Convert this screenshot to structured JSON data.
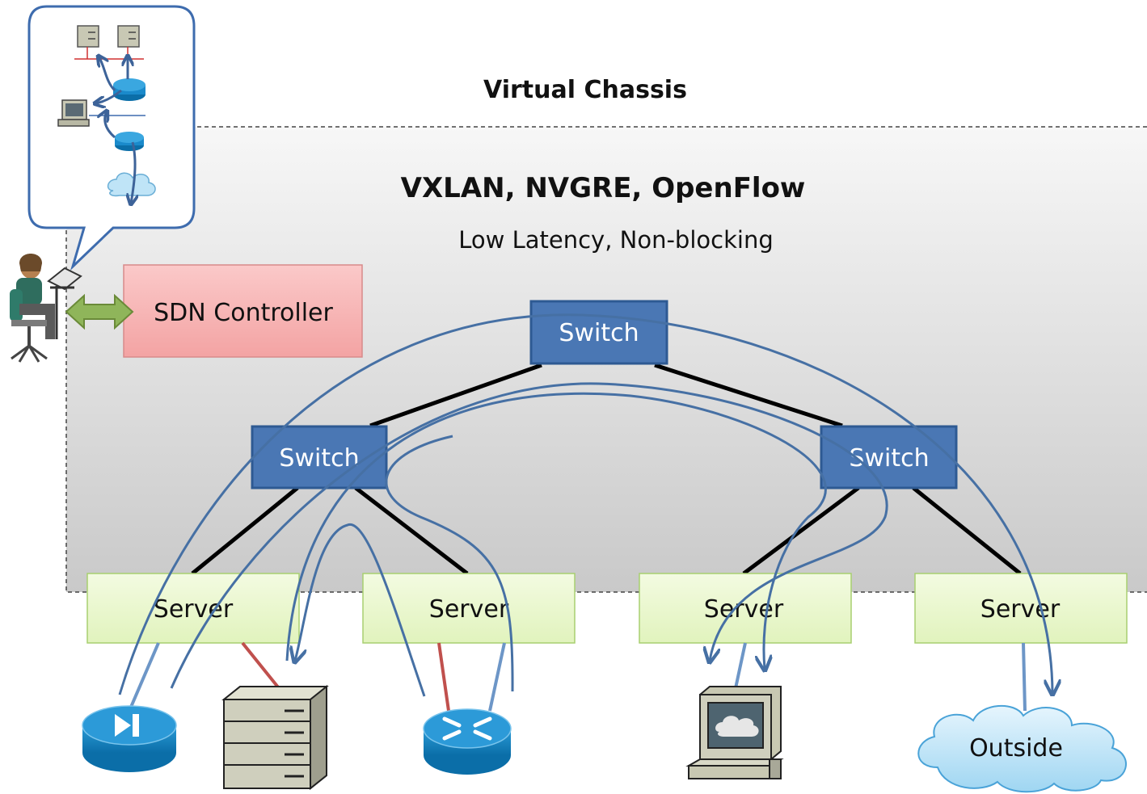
{
  "diagram": {
    "title": "Virtual Chassis",
    "protocols": "VXLAN, NVGRE, OpenFlow",
    "properties": "Low Latency, Non-blocking",
    "controller_label": "SDN Controller",
    "switch_top_label": "Switch",
    "switch_left_label": "Switch",
    "switch_right_label": "Switch",
    "servers": [
      "Server",
      "Server",
      "Server",
      "Server"
    ],
    "outside_label": "Outside"
  },
  "colors": {
    "switch_fill": "#4a77b4",
    "switch_stroke": "#2e5a93",
    "server_fill": "#ebf8cf",
    "server_stroke": "#a8cf70",
    "controller_fill": "#f5a8a8",
    "flow_line": "#4670a4",
    "link_line": "#000000",
    "red_link": "#c0504d",
    "arrow_green": "#7a9d3e"
  }
}
